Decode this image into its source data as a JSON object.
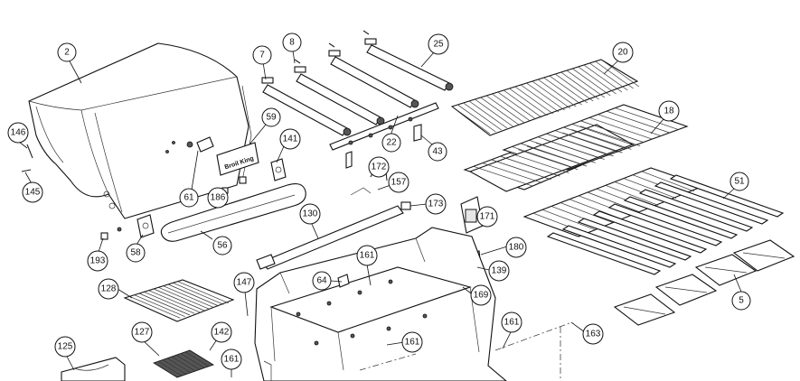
{
  "diagram": {
    "brand_plate_text": "Broil King",
    "callouts": {
      "c2": "2",
      "c7": "7",
      "c8": "8",
      "c25": "25",
      "c20": "20",
      "c18": "18",
      "c59": "59",
      "c141": "141",
      "c22": "22",
      "c43": "43",
      "c146": "146",
      "c145": "145",
      "c61": "61",
      "c186": "186",
      "c172": "172",
      "c157": "157",
      "c130": "130",
      "c173": "173",
      "c171": "171",
      "c51": "51",
      "c58": "58",
      "c56": "56",
      "c193": "193",
      "c161a": "161",
      "c180": "180",
      "c139": "139",
      "c64": "64",
      "c169": "169",
      "c128": "128",
      "c147": "147",
      "c5": "5",
      "c161b": "161",
      "c163": "163",
      "c125": "125",
      "c127": "127",
      "c142": "142",
      "c161c": "161",
      "c161d": "161"
    }
  }
}
